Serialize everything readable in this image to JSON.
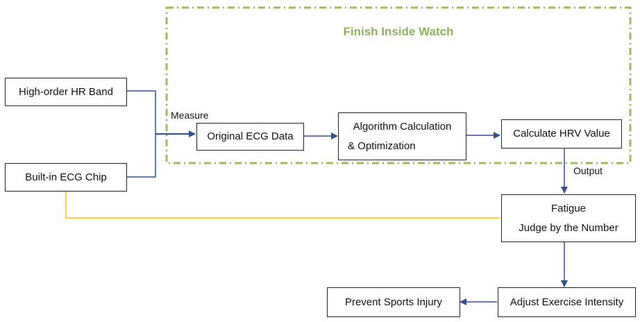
{
  "zone": {
    "title": "Finish Inside Watch",
    "border_color": "#9bbb59"
  },
  "nodes": {
    "hr_band": "High-order HR Band",
    "ecg_chip": "Built-in ECG Chip",
    "original_ecg": "Original ECG Data",
    "algorithm_line1": "Algorithm  Calculation",
    "algorithm_line2": "& Optimization",
    "hrv": "Calculate HRV Value",
    "fatigue_line1": "Fatigue",
    "fatigue_line2": "Judge by the Number",
    "adjust": "Adjust Exercise Intensity",
    "prevent": "Prevent Sports Injury"
  },
  "edge_labels": {
    "measure": "Measure",
    "output": "Output"
  },
  "colors": {
    "arrow": "#2f528f",
    "bypass": "#ffc000",
    "box_border": "#222222"
  }
}
